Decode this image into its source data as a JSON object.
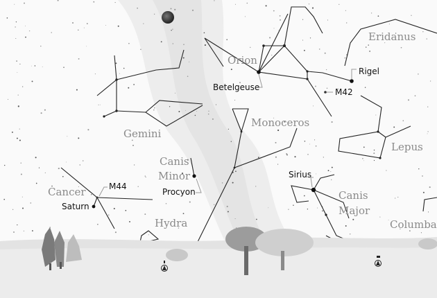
{
  "constellations": {
    "orion": "Orion",
    "eridanus": "Eridanus",
    "gemini": "Gemini",
    "monoceros": "Monoceros",
    "lepus": "Lepus",
    "canis_minor_1": "Canis",
    "canis_minor_2": "Minor",
    "cancer": "Cancer",
    "canis_major_1": "Canis",
    "canis_major_2": "Major",
    "hydra": "Hydra",
    "columba": "Columba"
  },
  "objects": {
    "rigel": "Rigel",
    "m42": "M42",
    "betelgeuse": "Betelgeuse",
    "procyon": "Procyon",
    "m44": "M44",
    "saturn": "Saturn",
    "sirius": "Sirius"
  },
  "colors": {
    "sky": "#fafafa",
    "milky_way": "#e9e9e9",
    "ground": "#e2e2e2",
    "lines": "#222222",
    "constellation_label": "#8a8a8a"
  },
  "icons": {
    "compass_marker": "person-compass-icon",
    "moon": "moon-icon"
  }
}
